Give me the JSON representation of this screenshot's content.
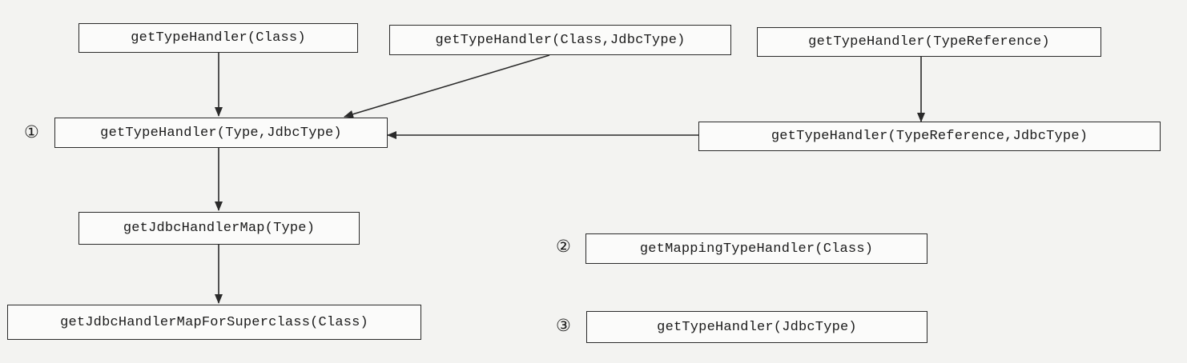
{
  "nodes": {
    "get_type_handler_class": "getTypeHandler(Class)",
    "get_type_handler_class_jdbc": "getTypeHandler(Class,JdbcType)",
    "get_type_handler_typeref": "getTypeHandler(TypeReference)",
    "get_type_handler_type_jdbc": "getTypeHandler(Type,JdbcType)",
    "get_type_handler_typeref_jdbc": "getTypeHandler(TypeReference,JdbcType)",
    "get_jdbc_handler_map": "getJdbcHandlerMap(Type)",
    "get_jdbc_handler_map_superclass": "getJdbcHandlerMapForSuperclass(Class)",
    "get_mapping_type_handler": "getMappingTypeHandler(Class)",
    "get_type_handler_jdbc": "getTypeHandler(JdbcType)"
  },
  "markers": {
    "m1": "①",
    "m2": "②",
    "m3": "③"
  },
  "colors": {
    "line": "#2a2a2a",
    "box_border": "#2a2a2a",
    "background": "#f3f3f1"
  }
}
